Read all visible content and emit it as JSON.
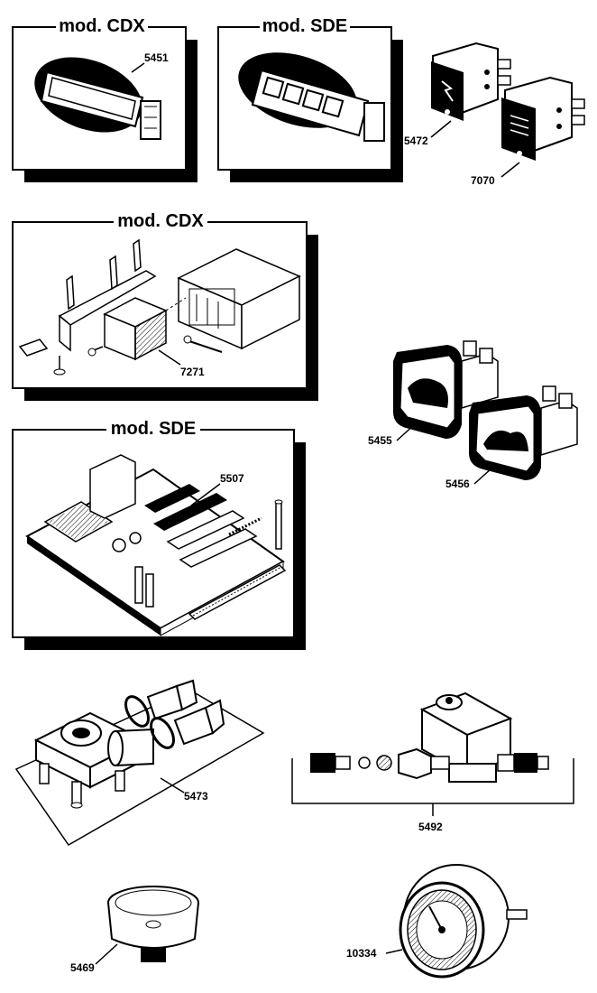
{
  "box_titles": {
    "cdx_top": "mod. CDX",
    "sde_top": "mod. SDE",
    "cdx_middle": "mod. CDX",
    "sde_middle": "mod. SDE"
  },
  "part_numbers": {
    "p5451": "5451",
    "p5472": "5472",
    "p7070": "7070",
    "p7271": "7271",
    "p5455": "5455",
    "p5456": "5456",
    "p5507": "5507",
    "p5473": "5473",
    "p5492": "5492",
    "p5469": "5469",
    "p10334": "10334"
  }
}
